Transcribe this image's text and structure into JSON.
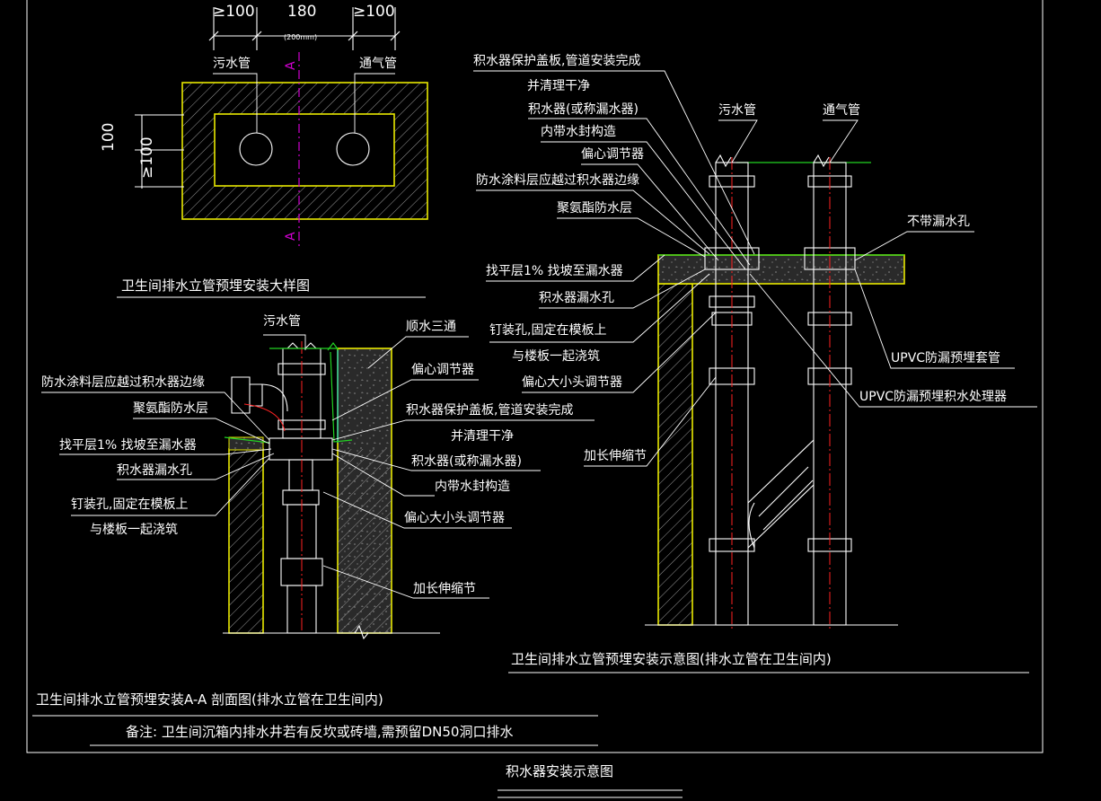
{
  "plan": {
    "dim_left": "≥100",
    "dim_mid": "180",
    "dim_right": "≥100",
    "dim_note": "(200mm)",
    "label_sewage": "污水管",
    "label_vent": "通气管",
    "section_mark": "A",
    "dim_side_1": "≥100",
    "dim_side_2": "100",
    "title": "卫生间排水立管预埋安装大样图"
  },
  "section": {
    "label_sewage": "污水管",
    "label_tee": "顺水三通",
    "label_eccentric": "偏心调节器",
    "label_waterproof_edge": "防水涂料层应越过积水器边缘",
    "label_pu_layer": "聚氨酯防水层",
    "label_leveling": "找平层1% 找坡至漏水器",
    "label_drain_hole": "积水器漏水孔",
    "label_nail_1": "钉装孔,固定在模板上",
    "label_nail_2": "与楼板一起浇筑",
    "label_cover_1": "积水器保护盖板,管道安装完成",
    "label_cover_2": "并清理干净",
    "label_collector": "积水器(或称漏水器)",
    "label_seal": "内带水封构造",
    "label_reducer": "偏心大小头调节器",
    "label_expansion": "加长伸缩节",
    "title": "卫生间排水立管预埋安装A-A 剖面图(排水立管在卫生间内)",
    "note": "备注: 卫生间沉箱内排水井若有反坎或砖墙,需预留DN50洞口排水"
  },
  "install": {
    "label_cover_1": "积水器保护盖板,管道安装完成",
    "label_cover_2": "并清理干净",
    "label_collector": "积水器(或称漏水器)",
    "label_seal": "内带水封构造",
    "label_eccentric": "偏心调节器",
    "label_waterproof_edge": "防水涂料层应越过积水器边缘",
    "label_pu_layer": "聚氨酯防水层",
    "label_sewage": "污水管",
    "label_vent": "通气管",
    "label_no_hole": "不带漏水孔",
    "label_leveling": "找平层1% 找坡至漏水器",
    "label_drain_hole": "积水器漏水孔",
    "label_nail_1": "钉装孔,固定在模板上",
    "label_nail_2": "与楼板一起浇筑",
    "label_reducer": "偏心大小头调节器",
    "label_expansion": "加长伸缩节",
    "label_sleeve": "UPVC防漏预埋套管",
    "label_processor": "UPVC防漏预埋积水处理器",
    "title": "卫生间排水立管预埋安装示意图(排水立管在卫生间内)"
  },
  "sheet_title": "积水器安装示意图",
  "colors": {
    "background": "#000000",
    "lines": "#ffffff",
    "concrete": "#e8e800",
    "finish": "#22d322",
    "centerline": "#ff2222",
    "section_line": "#d000d0"
  }
}
